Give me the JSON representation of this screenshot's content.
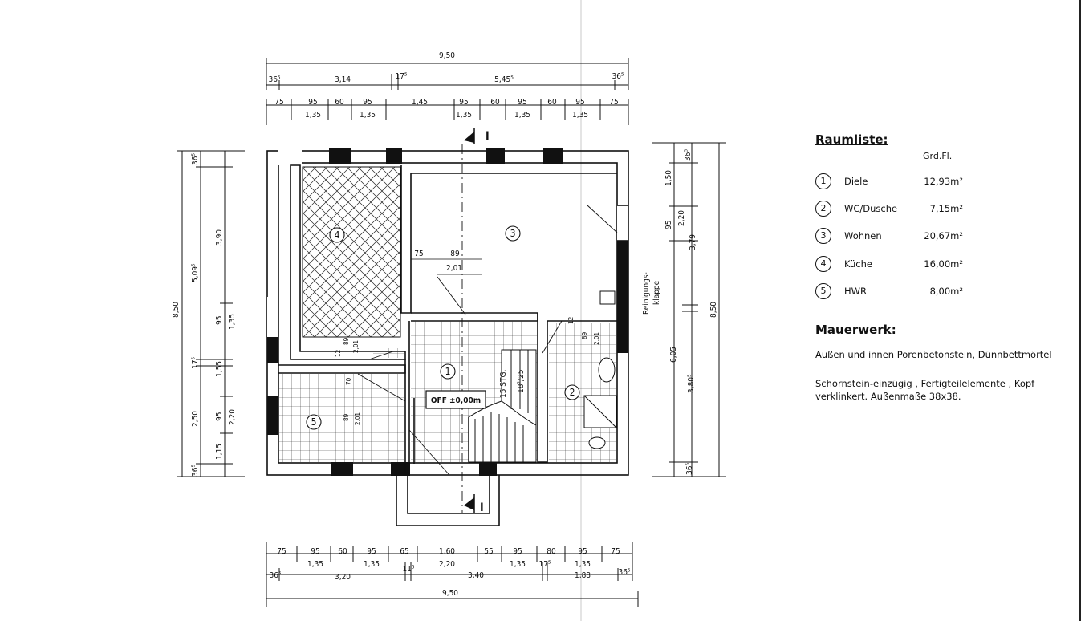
{
  "plan": {
    "top_dims_row1": {
      "total": "9,50"
    },
    "top_dims_row2": [
      "36⁵",
      "3,14",
      "17⁵",
      "5,45⁵",
      "36⁵"
    ],
    "top_dims_row3": [
      "75",
      "95",
      "60",
      "95",
      "1,45",
      "95",
      "60",
      "95",
      "60",
      "95",
      "75"
    ],
    "top_dims_row3b": [
      "1,35",
      "1,35",
      "1,35",
      "1,35",
      "1,35"
    ],
    "bottom_dims_row1": [
      "75",
      "95",
      "60",
      "95",
      "65",
      "1,60",
      "55",
      "95",
      "80",
      "95",
      "75"
    ],
    "bottom_dims_row1b": [
      "1,35",
      "1,35",
      "2,20",
      "1,35",
      "1,35"
    ],
    "bottom_dims_row2": [
      "36⁵",
      "3,20",
      "11⁵",
      "3,40",
      "17⁵",
      "1,88",
      "36⁵"
    ],
    "bottom_total": "9,50",
    "left_dims": [
      "36⁵",
      "3,90",
      "5,09⁵",
      "95",
      "1,35",
      "8,50",
      "17⁵",
      "1,55",
      "2,50",
      "95",
      "2,20",
      "1,15",
      "36⁵"
    ],
    "right_dims": [
      "36⁵",
      "1,50",
      "95",
      "2,20",
      "3,79",
      "6,05",
      "3,80⁵",
      "8,50",
      "36⁵"
    ],
    "inner_dims": [
      "75",
      "89",
      "2,01",
      "12",
      "89",
      "2,01",
      "70",
      "89",
      "2,01",
      "12",
      "89",
      "2,01"
    ],
    "section_marker": "I",
    "stair_label": "15 STG.",
    "stair_ratio": "18²/25",
    "floor_level": "OFF ±0,00m",
    "cleaning_flap": [
      "Reinigungs-",
      "klappe"
    ],
    "room_numbers": [
      "1",
      "2",
      "3",
      "4",
      "5"
    ]
  },
  "legend": {
    "title": "Raumliste:",
    "area_header": "Grd.Fl.",
    "rooms": [
      {
        "num": "1",
        "name": "Diele",
        "area": "12,93m²"
      },
      {
        "num": "2",
        "name": "WC/Dusche",
        "area": "7,15m²"
      },
      {
        "num": "3",
        "name": "Wohnen",
        "area": "20,67m²"
      },
      {
        "num": "4",
        "name": "Küche",
        "area": "16,00m²"
      },
      {
        "num": "5",
        "name": "HWR",
        "area": "8,00m²"
      }
    ],
    "masonry_title": "Mauerwerk:",
    "masonry_text1": "Außen und innen Porenbetonstein, Dünnbettmörtel",
    "masonry_text2": "Schornstein-einzügig , Fertigteilelemente , Kopf",
    "masonry_text3": "verklinkert. Außenmaße 38x38."
  },
  "colors": {
    "ink": "#111111",
    "paper": "#ffffff"
  }
}
